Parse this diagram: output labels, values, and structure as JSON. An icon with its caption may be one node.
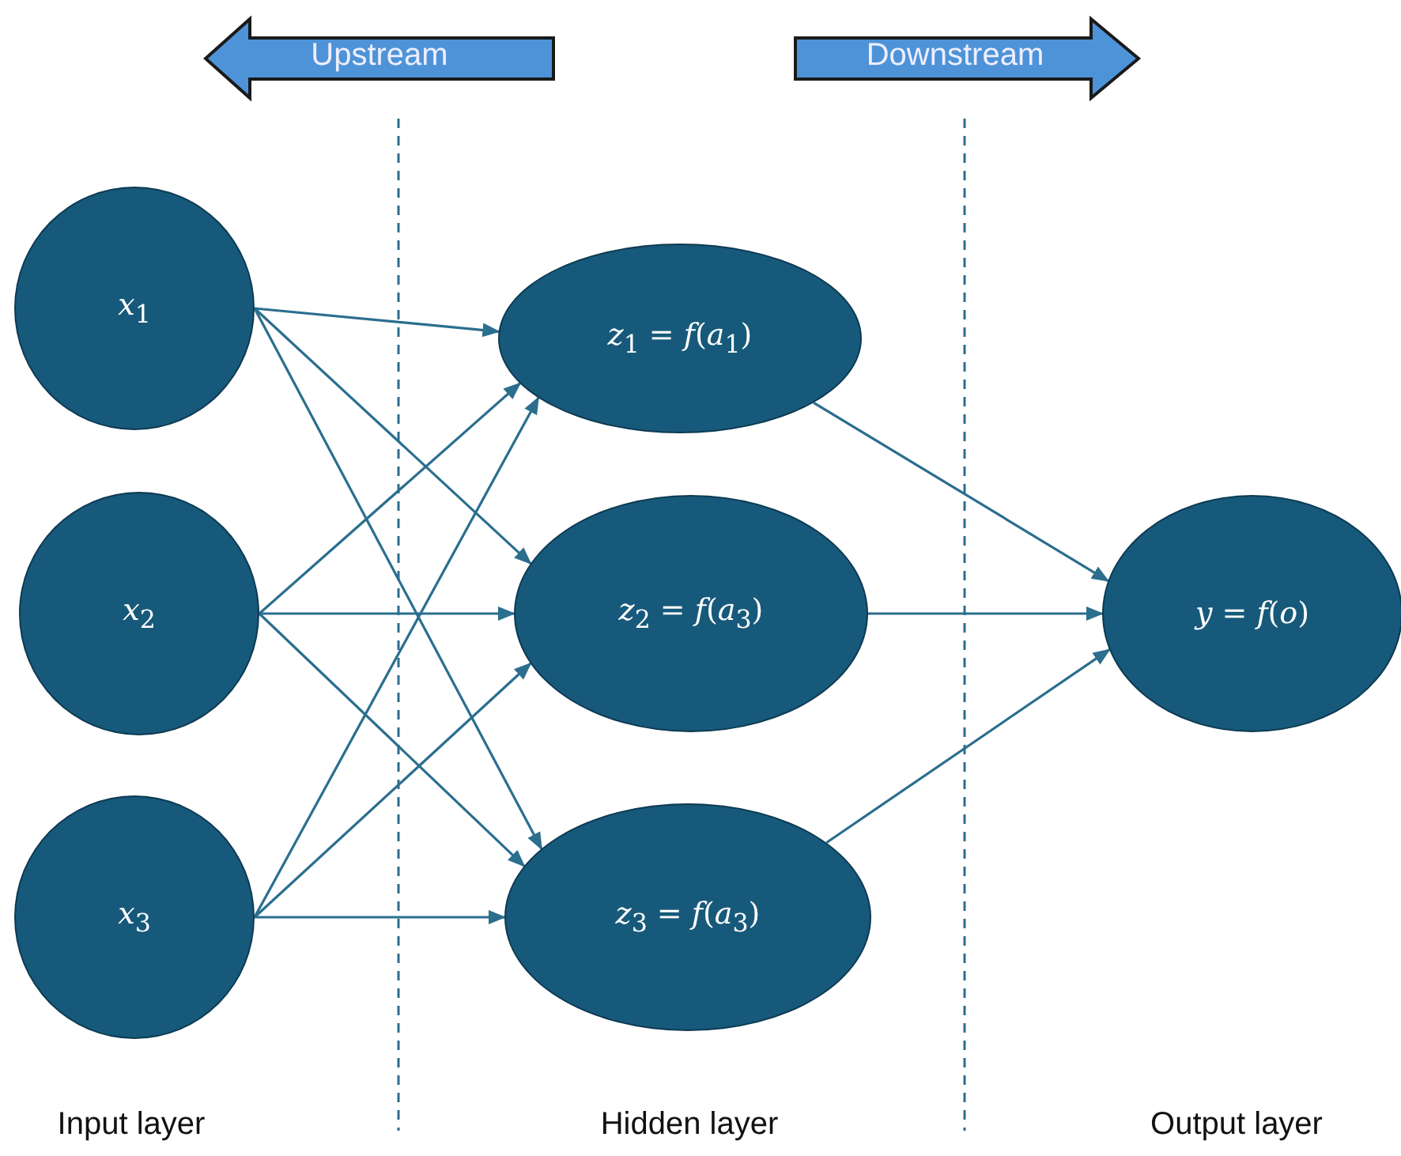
{
  "diagram": {
    "nodes": [
      {
        "text": [
          "*x*$_{1}$"
        ]
      },
      {
        "text": [
          "*x*$_{2}$"
        ]
      },
      {
        "text": [
          "*x*$_{3}$"
        ]
      },
      {
        "text": [
          "*z*$_{1}$ = *f*(*a*$_{1}$)"
        ]
      },
      {
        "text": [
          "*z*$_{2}$ = *f*(*a*$_{3}$)"
        ]
      },
      {
        "text": [
          "*z*$_{3}$ = *f*(*a*$_{3}$)"
        ]
      },
      {
        "text": [
          "*y* = *f*(*o*)"
        ]
      }
    ],
    "edges": [
      {
        "from": 0,
        "to": 3,
        "arrow": "to"
      },
      {
        "from": 0,
        "to": 4,
        "arrow": "to"
      },
      {
        "from": 0,
        "to": 5,
        "arrow": "to"
      },
      {
        "from": 1,
        "to": 3,
        "arrow": "to"
      },
      {
        "from": 1,
        "to": 4,
        "arrow": "to"
      },
      {
        "from": 1,
        "to": 5,
        "arrow": "to"
      },
      {
        "from": 2,
        "to": 3,
        "arrow": "to"
      },
      {
        "from": 2,
        "to": 4,
        "arrow": "to"
      },
      {
        "from": 2,
        "to": 5,
        "arrow": "to"
      },
      {
        "from": 3,
        "to": 6,
        "arrow": "to"
      },
      {
        "from": 4,
        "to": 6,
        "arrow": "to"
      },
      {
        "from": 5,
        "to": 6,
        "arrow": "to"
      }
    ],
    "labels": [
      "Upstream",
      "Downstream",
      "Input layer",
      "Hidden layer",
      "Output layer"
    ]
  }
}
